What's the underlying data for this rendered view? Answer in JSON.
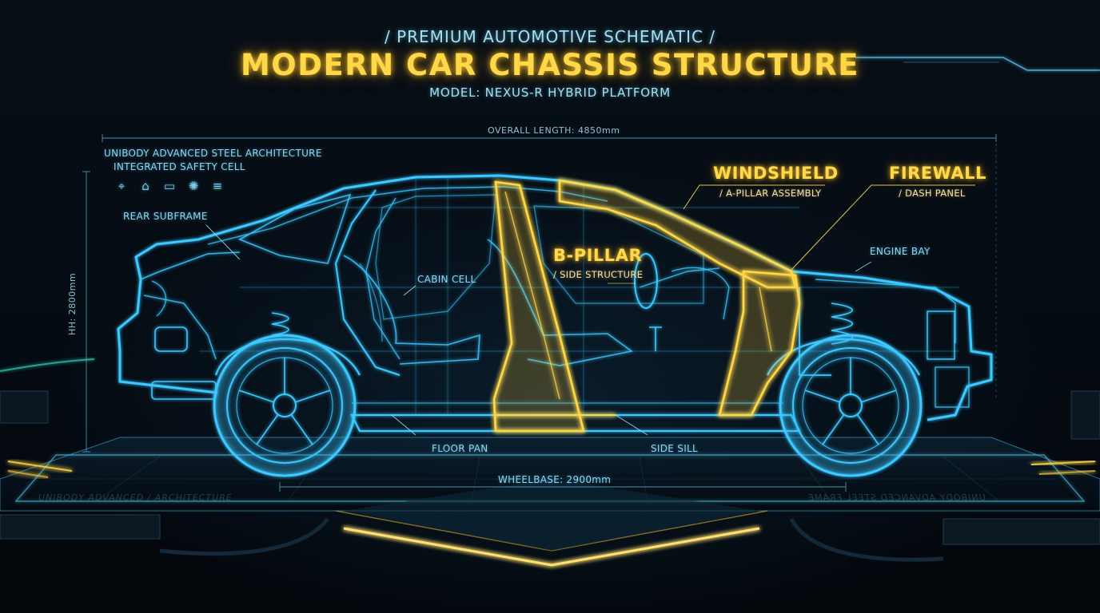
{
  "header": {
    "eyebrow": "/ PREMIUM AUTOMOTIVE SCHEMATIC /",
    "title": "MODERN CAR CHASSIS STRUCTURE",
    "subtitle": "MODEL: NEXUS-R HYBRID PLATFORM"
  },
  "info": {
    "line1": "UNIBODY ADVANCED STEEL ARCHITECTURE",
    "line2": "INTEGRATED SAFETY CELL",
    "icons": [
      "target-icon",
      "car-outline-icon",
      "car-side-icon",
      "wheel-icon",
      "menu-lines-icon"
    ]
  },
  "dimensions": {
    "overall_length": "OVERALL LENGTH: 4850mm",
    "height": "HH: 2800mm",
    "wheelbase": "WHEELBASE: 2900mm"
  },
  "labels": {
    "rear_subframe": "REAR SUBFRAME",
    "cabin_cell": "CABIN CELL",
    "engine_bay": "ENGINE BAY",
    "floor_pan": "FLOOR PAN",
    "side_sill": "SIDE SILL"
  },
  "highlights": {
    "windshield": {
      "title": "WINDSHIELD",
      "sub": "/ A-PILLAR ASSEMBLY"
    },
    "firewall": {
      "title": "FIREWALL",
      "sub": "/ DASH PANEL"
    },
    "b_pillar": {
      "title": "B-PILLAR",
      "sub": "/ SIDE STRUCTURE"
    }
  },
  "floor": {
    "left_text": "UNIBODY ADVANCED / ARCHITECTURE",
    "right_text": "UNIBODY ADVANCED STEEL FRAME"
  },
  "colors": {
    "background": "#050b12",
    "wireframe_blue": "#3cc8ff",
    "highlight_gold": "#ffd84a",
    "label_blue": "#8fd6ee"
  }
}
